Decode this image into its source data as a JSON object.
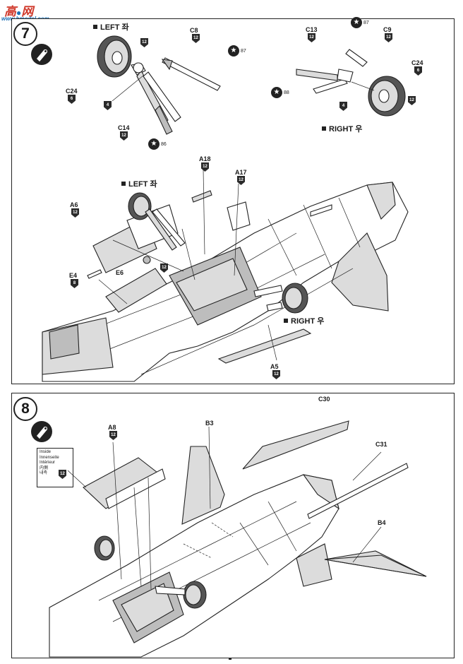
{
  "watermark": {
    "brand": "高",
    "brand2": "网",
    "site": "www.hmodel.com",
    "accent": "#d0392b"
  },
  "step7": {
    "number": "7",
    "left_label": "LEFT 좌",
    "right_label": "RIGHT 우",
    "parts": [
      {
        "name": "C8",
        "badge": "12"
      },
      {
        "name": "C24",
        "badge": "6"
      },
      {
        "name": "C14",
        "badge": "12"
      },
      {
        "name": "C13",
        "badge": "12"
      },
      {
        "name": "C9",
        "badge": "12"
      },
      {
        "name": "C24",
        "badge": "6"
      }
    ],
    "glue_badges": [
      "12",
      "4",
      "4",
      "12"
    ],
    "star_callouts": [
      "87",
      "86",
      "87",
      "88"
    ]
  },
  "step7b": {
    "left_label": "LEFT 좌",
    "right_label": "RIGHT 우",
    "parts": [
      {
        "name": "A18",
        "badge": "12"
      },
      {
        "name": "A17",
        "badge": "12"
      },
      {
        "name": "A6",
        "badge": "12"
      },
      {
        "name": "E4",
        "badge": "8"
      },
      {
        "name": "E6",
        "badge": "12"
      },
      {
        "name": "A5",
        "badge": "12"
      }
    ]
  },
  "step8": {
    "number": "8",
    "parts": [
      {
        "name": "A8",
        "badge": "12"
      },
      {
        "name": "B3"
      },
      {
        "name": "C30"
      },
      {
        "name": "C31"
      },
      {
        "name": "B4"
      }
    ],
    "inside_legend": {
      "lines": [
        "Inside",
        "Innenseite",
        "Intérieur",
        "内側",
        "내측"
      ],
      "badge": "12"
    }
  }
}
